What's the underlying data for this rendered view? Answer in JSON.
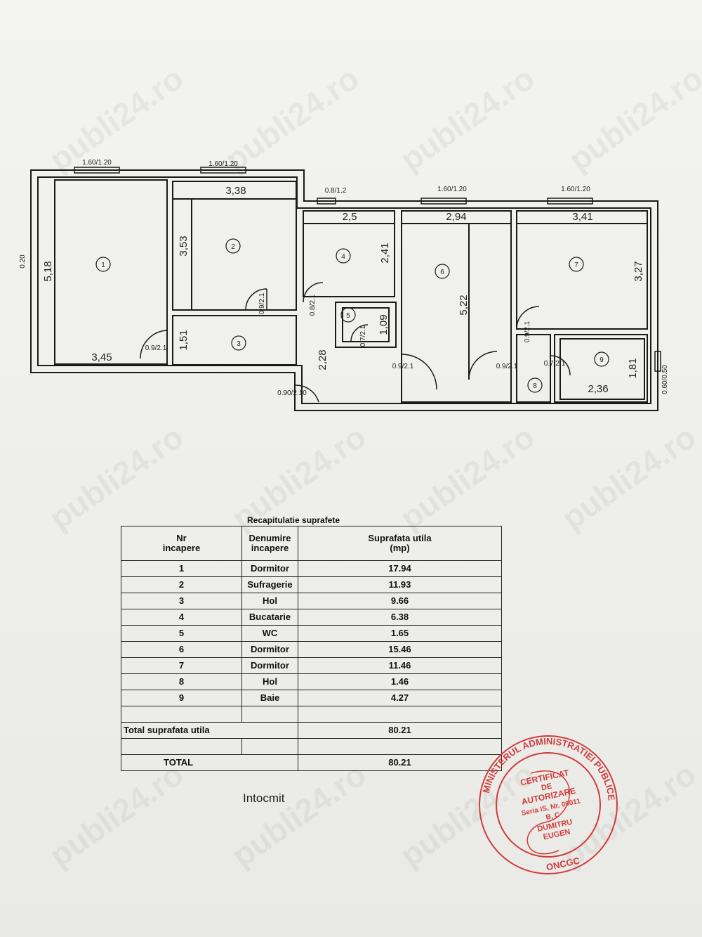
{
  "plan": {
    "rooms": [
      {
        "no": "1"
      },
      {
        "no": "2"
      },
      {
        "no": "3"
      },
      {
        "no": "4"
      },
      {
        "no": "5"
      },
      {
        "no": "6"
      },
      {
        "no": "7"
      },
      {
        "no": "8"
      },
      {
        "no": "9"
      }
    ],
    "dims": {
      "w1_top": "1.60/1.20",
      "w2_top": "1.60/1.20",
      "w3_top": "0.8/1.2",
      "w4_top": "1.60/1.20",
      "w5_top": "1.60/1.20",
      "r1_h": "5,18",
      "r1_w": "3,45",
      "left_wall": "0.20",
      "r2_w": "3,38",
      "r2_h": "3,53",
      "r4_w": "2,5",
      "r4_h": "2,41",
      "r6_w": "2,94",
      "r6_h": "5,22",
      "r7_w": "3,41",
      "r7_h": "3,27",
      "r3_h": "1,51",
      "hall_h": "2,28",
      "r5_h": "1,09",
      "r9_w": "2,36",
      "r9_h": "1,81",
      "right_win": "0.60/0.50",
      "d_r1": "0.9/2.1",
      "d_r2": "0.9/2.1",
      "d_r4": "0.8/2.1",
      "d_r5": "0.7/2.1",
      "d_kit": "0.9/2.1",
      "d_r6": "0.9/2.1",
      "d_r7": "0.9/2.1",
      "d_r9": "0.7/2.1",
      "d_entry": "0.90/2.10"
    }
  },
  "table": {
    "title": "Recapitulatie suprafete",
    "head": {
      "c1a": "Nr",
      "c1b": "incapere",
      "c2a": "Denumire",
      "c2b": "incapere",
      "c3a": "Suprafata utila",
      "c3b": "(mp)"
    },
    "rows": [
      {
        "nr": "1",
        "name": "Dormitor",
        "area": "17.94"
      },
      {
        "nr": "2",
        "name": "Sufragerie",
        "area": "11.93"
      },
      {
        "nr": "3",
        "name": "Hol",
        "area": "9.66"
      },
      {
        "nr": "4",
        "name": "Bucatarie",
        "area": "6.38"
      },
      {
        "nr": "5",
        "name": "WC",
        "area": "1.65"
      },
      {
        "nr": "6",
        "name": "Dormitor",
        "area": "15.46"
      },
      {
        "nr": "7",
        "name": "Dormitor",
        "area": "11.46"
      },
      {
        "nr": "8",
        "name": "Hol",
        "area": "1.46"
      },
      {
        "nr": "9",
        "name": "Baie",
        "area": "4.27"
      }
    ],
    "total_util_label": "Total suprafata utila",
    "total_util": "80.21",
    "total_label": "TOTAL",
    "total": "80.21"
  },
  "footer": {
    "intocmit": "Intocmit"
  },
  "stamp": {
    "ring": "MINISTERUL ADMINISTRATIEI PUBLICE",
    "bottom": "ONCGC",
    "line1": "CERTIFICAT",
    "line2": "DE",
    "line3": "AUTORIZARE",
    "line4": "Seria IS, Nr. 00011",
    "line5": "B, C",
    "line6": "DUMITRU",
    "line7": "EUGEN",
    "color": "#d23b3b"
  },
  "watermark": "publi24.ro"
}
